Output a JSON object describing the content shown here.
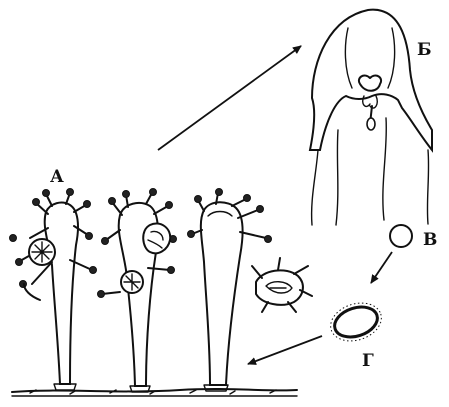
{
  "labels": {
    "polyp_stage": "А",
    "medusa_stage": "Б",
    "egg_stage": "В",
    "larva_stage": "Г"
  },
  "colors": {
    "ink": "#111111",
    "background": "#ffffff"
  }
}
